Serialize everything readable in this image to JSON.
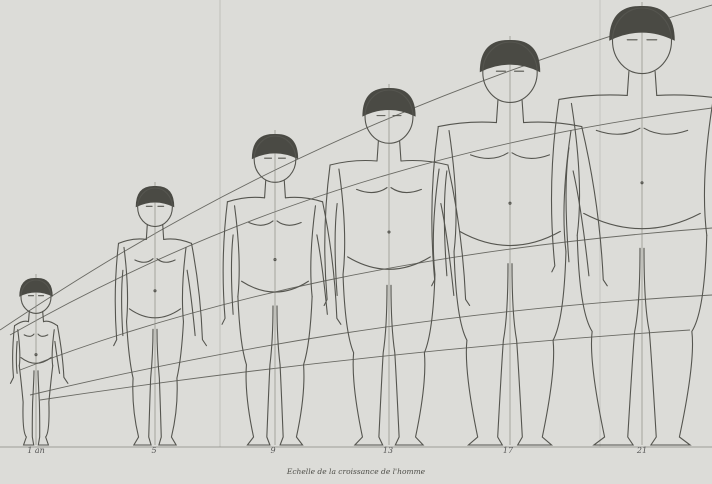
{
  "plate": {
    "caption": "Echelle de la croissance de l'homme",
    "ages": [
      "1 an",
      "5",
      "9",
      "13",
      "17",
      "21"
    ]
  },
  "colors": {
    "paper": "#dcdcd8",
    "ink": "#55554f",
    "hair": "#4a4a44"
  }
}
